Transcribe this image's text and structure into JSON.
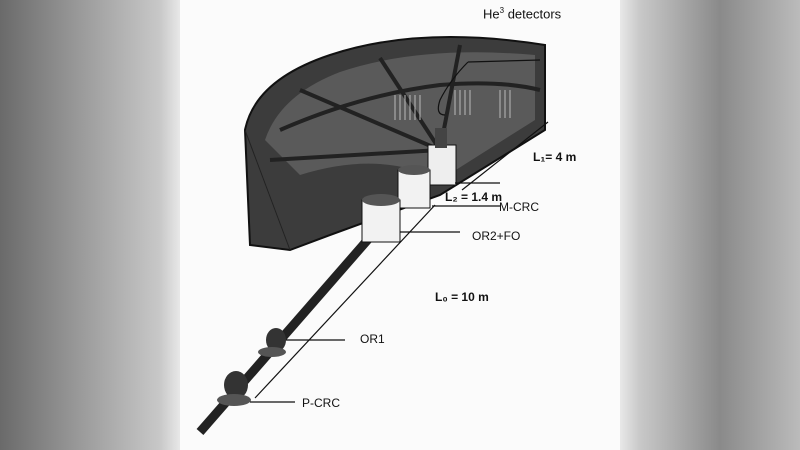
{
  "figure": {
    "labels": {
      "detectors": {
        "prefix": "He",
        "sup": "3",
        "text": " detectors"
      },
      "l1": "L₁= 4 m",
      "l2": "L₂ = 1.4 m",
      "mcrc": "M-CRC",
      "or2fo": "OR2+FO",
      "l0": "L₀ = 10 m",
      "or1": "OR1",
      "pcrc": "P-CRC"
    }
  }
}
